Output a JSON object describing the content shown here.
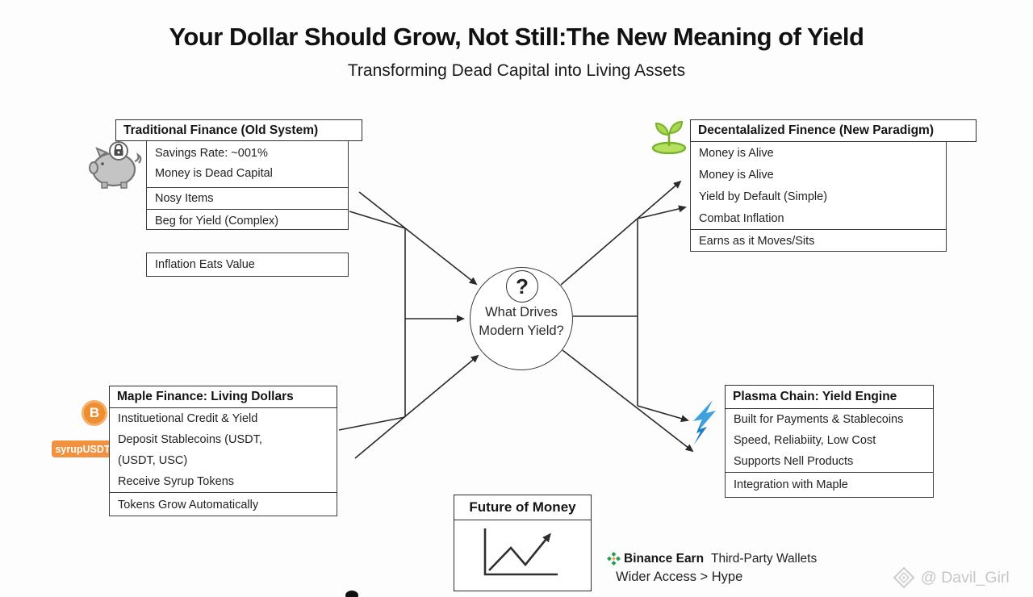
{
  "title": "Your Dollar Should Grow, Not Still:The New Meaning of Yield",
  "subtitle": "Transforming Dead Capital into Living Assets",
  "traditional": {
    "header": "Traditional Finance (Old System)",
    "items": [
      "Savings Rate: ~001%",
      "Money is Dead Capital",
      "Nosy Items",
      "Beg for Yield (Complex)"
    ],
    "note": "Inflation Eats Value"
  },
  "defi": {
    "header": "Decentalalized Finence (New Paradigm)",
    "items": [
      "Money is Alive",
      "Money is Alive",
      "Yield by Default (Simple)",
      "Combat Inflation"
    ],
    "footer": "Earns as it Moves/Sits"
  },
  "center": {
    "symbol": "?",
    "line1": "What Drives",
    "line2": "Modern Yield?"
  },
  "maple": {
    "header": "Maple Finance: Living Dollars",
    "items": [
      "Instituetional Credit & Yield",
      "Deposit Stablecoins (USDT,",
      "(USDT, USC)",
      "Receive Syrup Tokens"
    ],
    "footer": "Tokens Grow Automatically",
    "coin": "B",
    "tag": "syrupUSDT"
  },
  "plasma": {
    "header": "Plasma Chain: Yield Engine",
    "items": [
      "Built for Payments & Stablecoins",
      "Speed, Reliabiity, Low Cost",
      "Supports Nell Products"
    ],
    "footer": "Integration with Maple"
  },
  "future": {
    "header": "Future of Money"
  },
  "bottom": {
    "binance": "Binance Earn",
    "wallets": "Third-Party Wallets",
    "line2": "Wider Access > Hype"
  },
  "watermark": "@ Davil_Girl",
  "icons": {
    "piggy": "piggy-bank",
    "sprout": "sprout-plant",
    "coin": "bitcoin-coin",
    "bolt": "lightning-bolt",
    "chart": "growth-chart",
    "binance": "binance-diamond",
    "watermark": "ornament-diamond"
  },
  "colors": {
    "ink": "#2a2a2a",
    "orange": "#ee8e33",
    "sprout_green": "#a8d84f",
    "bolt_blue": "#3fa2de",
    "binance_green": "#2a9d5c",
    "watermark_gray": "#c6c6c6"
  }
}
